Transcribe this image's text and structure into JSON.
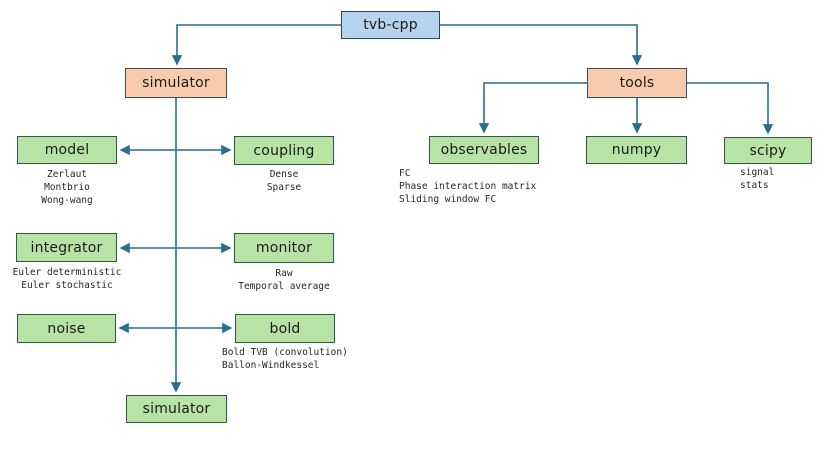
{
  "colors": {
    "root_fill": "#b5d3ec",
    "root_border": "#28475f",
    "branch_fill": "#f8cbad",
    "branch_border": "#3a4f5e",
    "leaf_fill": "#b7e3a4",
    "leaf_border": "#33554a",
    "line": "#2a6d93",
    "text": "#1a1a1a"
  },
  "nodes": {
    "tvb_cpp": {
      "label": "tvb-cpp"
    },
    "simulator_top": {
      "label": "simulator"
    },
    "tools": {
      "label": "tools"
    },
    "model": {
      "label": "model",
      "items": [
        "Zerlaut",
        "Montbrio",
        "Wong-wang"
      ]
    },
    "coupling": {
      "label": "coupling",
      "items": [
        "Dense",
        "Sparse"
      ]
    },
    "integrator": {
      "label": "integrator",
      "items": [
        "Euler deterministic",
        "Euler stochastic"
      ]
    },
    "monitor": {
      "label": "monitor",
      "items": [
        "Raw",
        "Temporal average"
      ]
    },
    "noise": {
      "label": "noise"
    },
    "bold": {
      "label": "bold",
      "items": [
        "Bold TVB (convolution)",
        "Ballon-Windkessel"
      ]
    },
    "simulator_bottom": {
      "label": "simulator"
    },
    "observables": {
      "label": "observables",
      "items": [
        "FC",
        "Phase interaction matrix",
        "Sliding window FC"
      ]
    },
    "numpy": {
      "label": "numpy"
    },
    "scipy": {
      "label": "scipy",
      "items": [
        "signal",
        "stats"
      ]
    }
  }
}
